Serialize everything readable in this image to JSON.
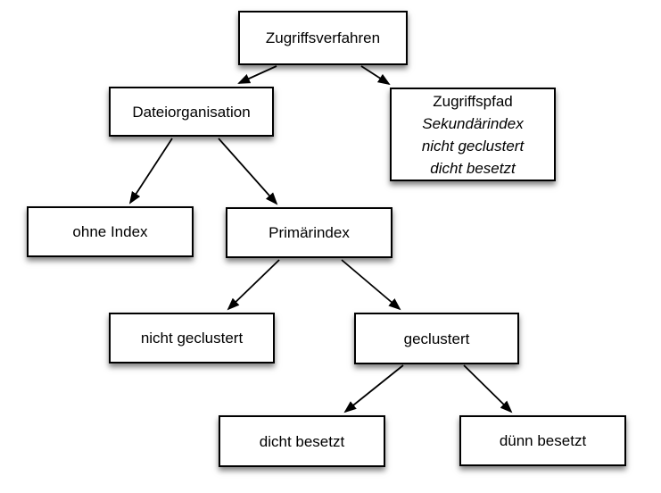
{
  "diagram": {
    "type": "tree",
    "language": "de",
    "colors": {
      "box_fill": "#ffffff",
      "box_border": "#000000",
      "text": "#000000",
      "arrow": "#000000",
      "background": "#ffffff"
    },
    "nodes": {
      "root": {
        "label": "Zugriffsverfahren"
      },
      "dateiorganisation": {
        "label": "Dateiorganisation"
      },
      "zugriffspfad": {
        "lines": [
          "Zugriffspfad",
          "Sekundärindex",
          "nicht geclustert",
          "dicht besetzt"
        ],
        "italic_lines": [
          1,
          2,
          3
        ]
      },
      "ohne_index": {
        "label": "ohne Index"
      },
      "primaerindex": {
        "label": "Primärindex"
      },
      "nicht_geclustert": {
        "label": "nicht geclustert"
      },
      "geclustert": {
        "label": "geclustert"
      },
      "dicht_besetzt": {
        "label": "dicht besetzt"
      },
      "duenn_besetzt": {
        "label": "dünn besetzt"
      }
    },
    "edges": [
      {
        "from": "root",
        "to": "dateiorganisation"
      },
      {
        "from": "root",
        "to": "zugriffspfad"
      },
      {
        "from": "dateiorganisation",
        "to": "ohne_index"
      },
      {
        "from": "dateiorganisation",
        "to": "primaerindex"
      },
      {
        "from": "primaerindex",
        "to": "nicht_geclustert"
      },
      {
        "from": "primaerindex",
        "to": "geclustert"
      },
      {
        "from": "geclustert",
        "to": "dicht_besetzt"
      },
      {
        "from": "geclustert",
        "to": "duenn_besetzt"
      }
    ]
  }
}
